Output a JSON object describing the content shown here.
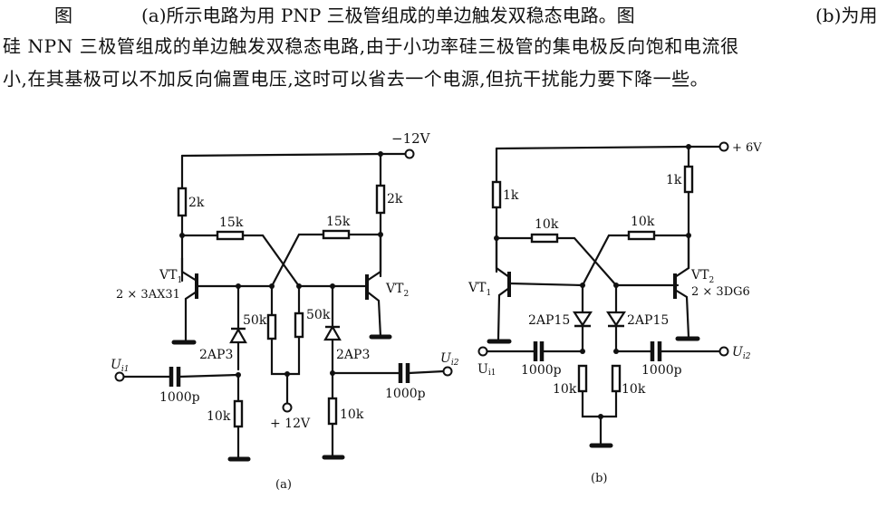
{
  "caption": {
    "line1_figure_word": "图",
    "line1_a": "(a)所示电路为用 PNP 三极管组成的单边触发双稳态电路。图",
    "line1_b": "(b)为用",
    "line2": "硅 NPN 三极管组成的单边触发双稳态电路,由于小功率硅三极管的集电极反向饱和电流很",
    "line3": "小,在其基极可以不加反向偏置电压,这时可以省去一个电源,但抗干扰能力要下降一些。"
  },
  "circuit_a": {
    "label": "(a)",
    "supply_neg": "−12V",
    "supply_pos": "+ 12V",
    "collector_resistor_left": "2k",
    "collector_resistor_right": "2k",
    "cross_resistor_left": "15k",
    "cross_resistor_right": "15k",
    "bias_resistor_left": "50k",
    "bias_resistor_right": "50k",
    "transistor_left": "VT",
    "transistor_left_sub": "1",
    "transistor_type": "2 × 3AX31",
    "transistor_right": "VT",
    "transistor_right_sub": "2",
    "diode_left": "2AP3",
    "diode_right": "2AP3",
    "input_left": "U",
    "input_left_sub": "i1",
    "input_right": "U",
    "input_right_sub": "i2",
    "cap_left": "1000p",
    "cap_right": "1000p",
    "pulldown_left": "10k",
    "pulldown_right": "10k"
  },
  "circuit_b": {
    "label": "(b)",
    "supply": "+ 6V",
    "collector_resistor_left": "1k",
    "collector_resistor_right": "1k",
    "cross_resistor_left": "10k",
    "cross_resistor_right": "10k",
    "transistor_left": "VT",
    "transistor_left_sub": "1",
    "transistor_right": "VT",
    "transistor_right_sub": "2",
    "transistor_type": "2 × 3DG6",
    "diode_left": "2AP15",
    "diode_right": "2AP15",
    "input_left": "U",
    "input_left_sub": "i1",
    "input_right": "U",
    "input_right_sub": "i2",
    "cap_left": "1000p",
    "cap_right": "1000p",
    "pulldown_left": "10k",
    "pulldown_right": "10k"
  }
}
